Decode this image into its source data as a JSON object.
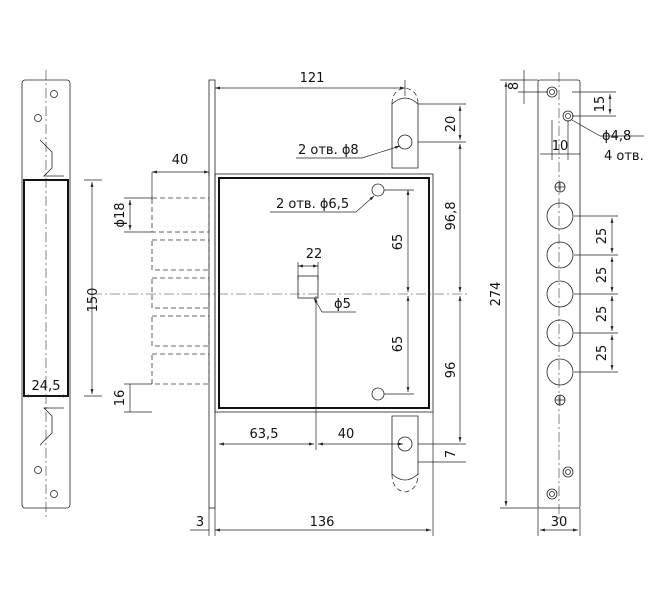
{
  "dimensions": {
    "top_width": "121",
    "bolt_length": "40",
    "bolt_diameter": "ϕ18",
    "bolt_height": "16",
    "holes_8": "2 отв. ϕ8",
    "holes_6_5": "2 отв. ϕ6,5",
    "keyhole_offset": "22",
    "key_diameter": "ϕ5",
    "vertical_65_top": "65",
    "vertical_65_bottom": "65",
    "dim_20": "20",
    "dim_96_8": "96,8",
    "dim_96": "96",
    "dim_7": "7",
    "dim_63_5": "63,5",
    "dim_40_bottom": "40",
    "dim_3": "3",
    "dim_136": "136",
    "strike_height": "150",
    "strike_width": "24,5",
    "faceplate_length": "274",
    "faceplate_8": "8",
    "faceplate_15": "15",
    "faceplate_10": "10",
    "faceplate_holes": "ϕ4,8",
    "faceplate_holes_count": "4 отв.",
    "spacing_1": "25",
    "spacing_2": "25",
    "spacing_3": "25",
    "spacing_4": "25",
    "faceplate_width": "30"
  }
}
